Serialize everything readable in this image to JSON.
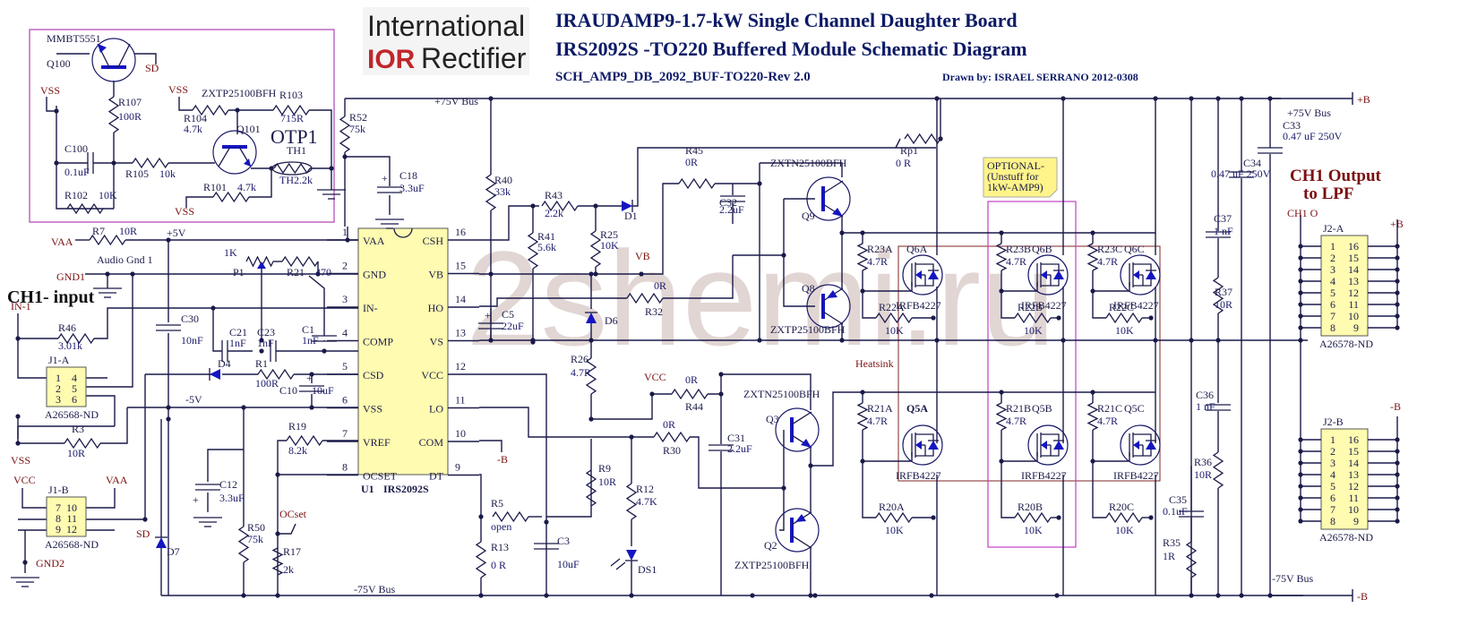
{
  "header": {
    "logo_line1": "International",
    "logo_ior": "IOR",
    "logo_line2": "Rectifier",
    "title_line1": "IRAUDAMP9-1.7-kW Single Channel Daughter Board",
    "title_line2": "IRS2092S -TO220 Buffered Module Schematic Diagram",
    "subtitle": "SCH_AMP9_DB_2092_BUF-TO220-Rev 2.0",
    "drawn_by": "Drawn by:  ISRAEL SERRANO 2012-0308"
  },
  "watermark": "2shemi.ru",
  "sections": {
    "input_title": "CH1- input",
    "output_title_1": "CH1 Output",
    "output_title_2": "to LPF",
    "otp_title": "OTP1",
    "heatsink": "Heatsink",
    "optional_note": [
      "OPTIONAL-",
      "(Unstuff for",
      "1kW-AMP9)"
    ]
  },
  "nets": {
    "vss": "VSS",
    "sd": "SD",
    "vaa": "VAA",
    "gnd1": "GND1",
    "in1": "IN-1",
    "vcc": "VCC",
    "gnd2": "GND2",
    "ocset": "OCset",
    "vb": "VB",
    "minus_b": "-B",
    "plus_b": "+B",
    "ch1o": "CH1 O",
    "plus5v": "+5V",
    "minus5v": "-5V",
    "audio_gnd": "Audio Gnd 1",
    "plus75": "+75V Bus",
    "minus75": "-75V Bus"
  },
  "ic": {
    "ref": "U1",
    "part": "IRS2092S",
    "left_pins": [
      {
        "num": "1",
        "name": "VAA"
      },
      {
        "num": "2",
        "name": "GND"
      },
      {
        "num": "3",
        "name": "IN-"
      },
      {
        "num": "4",
        "name": "COMP"
      },
      {
        "num": "5",
        "name": "CSD"
      },
      {
        "num": "6",
        "name": "VSS"
      },
      {
        "num": "7",
        "name": "VREF"
      },
      {
        "num": "8",
        "name": "OCSET"
      }
    ],
    "right_pins": [
      {
        "num": "16",
        "name": "CSH"
      },
      {
        "num": "15",
        "name": "VB"
      },
      {
        "num": "14",
        "name": "HO"
      },
      {
        "num": "13",
        "name": "VS"
      },
      {
        "num": "12",
        "name": "VCC"
      },
      {
        "num": "11",
        "name": "LO"
      },
      {
        "num": "10",
        "name": "COM"
      },
      {
        "num": "9",
        "name": "DT"
      }
    ]
  },
  "connectors": {
    "j1a": {
      "ref": "J1-A",
      "part": "A26568-ND",
      "rows": [
        [
          "1",
          "4"
        ],
        [
          "2",
          "5"
        ],
        [
          "3",
          "6"
        ]
      ]
    },
    "j1b": {
      "ref": "J1-B",
      "part": "A26568-ND",
      "rows": [
        [
          "7",
          "10"
        ],
        [
          "8",
          "11"
        ],
        [
          "9",
          "12"
        ]
      ]
    },
    "j2a": {
      "ref": "J2-A",
      "part": "A26578-ND",
      "rows": [
        [
          "1",
          "16"
        ],
        [
          "2",
          "15"
        ],
        [
          "3",
          "14"
        ],
        [
          "4",
          "13"
        ],
        [
          "5",
          "12"
        ],
        [
          "6",
          "11"
        ],
        [
          "7",
          "10"
        ],
        [
          "8",
          "9"
        ]
      ]
    },
    "j2b": {
      "ref": "J2-B",
      "part": "A26578-ND",
      "rows": [
        [
          "1",
          "16"
        ],
        [
          "2",
          "15"
        ],
        [
          "3",
          "14"
        ],
        [
          "4",
          "13"
        ],
        [
          "5",
          "12"
        ],
        [
          "6",
          "11"
        ],
        [
          "7",
          "10"
        ],
        [
          "8",
          "9"
        ]
      ]
    }
  },
  "components": [
    {
      "ref": "Q100",
      "value": "MMBT5551"
    },
    {
      "ref": "R107",
      "value": "100R"
    },
    {
      "ref": "C100",
      "value": "0.1uF"
    },
    {
      "ref": "R105",
      "value": "10k"
    },
    {
      "ref": "R102",
      "value": "10K"
    },
    {
      "ref": "R104",
      "value": "4.7k"
    },
    {
      "ref": "Q101",
      "value": "ZXTP25100BFH"
    },
    {
      "ref": "R103",
      "value": "715R"
    },
    {
      "ref": "R101",
      "value": "4.7k"
    },
    {
      "ref": "TH1",
      "value": "TH2.2k"
    },
    {
      "ref": "R52",
      "value": "75k"
    },
    {
      "ref": "C18",
      "value": "3.3uF"
    },
    {
      "ref": "R7",
      "value": "10R"
    },
    {
      "ref": "P1",
      "value": "1K"
    },
    {
      "ref": "R21",
      "value": "470"
    },
    {
      "ref": "R46",
      "value": "3.01k"
    },
    {
      "ref": "C21",
      "value": "1nF"
    },
    {
      "ref": "C23",
      "value": "1nF"
    },
    {
      "ref": "C1",
      "value": "1nF"
    },
    {
      "ref": "C30",
      "value": "10nF"
    },
    {
      "ref": "D4",
      "value": ""
    },
    {
      "ref": "R1",
      "value": "100R"
    },
    {
      "ref": "C10",
      "value": "10uF"
    },
    {
      "ref": "R3",
      "value": "10R"
    },
    {
      "ref": "C12",
      "value": "3.3uF"
    },
    {
      "ref": "R50",
      "value": "75k"
    },
    {
      "ref": "R19",
      "value": "8.2k"
    },
    {
      "ref": "R17",
      "value": "2k"
    },
    {
      "ref": "D7",
      "value": ""
    },
    {
      "ref": "R40",
      "value": "33k"
    },
    {
      "ref": "R41",
      "value": "5.6k"
    },
    {
      "ref": "R43",
      "value": "2.2k"
    },
    {
      "ref": "R25",
      "value": "10K"
    },
    {
      "ref": "D1",
      "value": ""
    },
    {
      "ref": "C5",
      "value": "22uF"
    },
    {
      "ref": "D6",
      "value": ""
    },
    {
      "ref": "R32",
      "value": "0R"
    },
    {
      "ref": "R26",
      "value": "4.7R"
    },
    {
      "ref": "R9",
      "value": "10R"
    },
    {
      "ref": "R5",
      "value": "open"
    },
    {
      "ref": "R13",
      "value": "0 R"
    },
    {
      "ref": "C3",
      "value": "10uF"
    },
    {
      "ref": "R12",
      "value": "4.7K"
    },
    {
      "ref": "DS1",
      "value": ""
    },
    {
      "ref": "R44",
      "value": "0R"
    },
    {
      "ref": "R30",
      "value": "0R"
    },
    {
      "ref": "R45",
      "value": "0R"
    },
    {
      "ref": "C32",
      "value": "2.2uF"
    },
    {
      "ref": "Rp1",
      "value": "0 R"
    },
    {
      "ref": "Q9",
      "value": "ZXTN25100BFH"
    },
    {
      "ref": "Q8",
      "value": "ZXTP25100BFH"
    },
    {
      "ref": "C31",
      "value": "2.2uF"
    },
    {
      "ref": "Q3",
      "value": "ZXTN25100BFH"
    },
    {
      "ref": "Q2",
      "value": "ZXTP25100BFH"
    },
    {
      "ref": "R23A",
      "value": "4.7R"
    },
    {
      "ref": "Q6A",
      "value": "IRFB4227"
    },
    {
      "ref": "R22A",
      "value": "10K"
    },
    {
      "ref": "R23B",
      "value": "4.7R"
    },
    {
      "ref": "Q6B",
      "value": "IRFB4227"
    },
    {
      "ref": "R22B",
      "value": "10K"
    },
    {
      "ref": "R23C",
      "value": "4.7R"
    },
    {
      "ref": "Q6C",
      "value": "IRFB4227"
    },
    {
      "ref": "R22C",
      "value": "10K"
    },
    {
      "ref": "R21A",
      "value": "4.7R"
    },
    {
      "ref": "Q5A",
      "value": "IRFB4227"
    },
    {
      "ref": "R20A",
      "value": "10K"
    },
    {
      "ref": "R21B",
      "value": "4.7R"
    },
    {
      "ref": "Q5B",
      "value": "IRFB4227"
    },
    {
      "ref": "R20B",
      "value": "10K"
    },
    {
      "ref": "R21C",
      "value": "4.7R"
    },
    {
      "ref": "Q5C",
      "value": "IRFB4227"
    },
    {
      "ref": "R20C",
      "value": "10K"
    },
    {
      "ref": "C37",
      "value": "1 nF"
    },
    {
      "ref": "R37",
      "value": "10R"
    },
    {
      "ref": "C34",
      "value": "0.47 uF 250V"
    },
    {
      "ref": "C33",
      "value": "0.47 uF 250V"
    },
    {
      "ref": "C36",
      "value": "1 nF"
    },
    {
      "ref": "R36",
      "value": "10R"
    },
    {
      "ref": "C35",
      "value": "0.1uF"
    },
    {
      "ref": "R35",
      "value": "1R"
    }
  ]
}
